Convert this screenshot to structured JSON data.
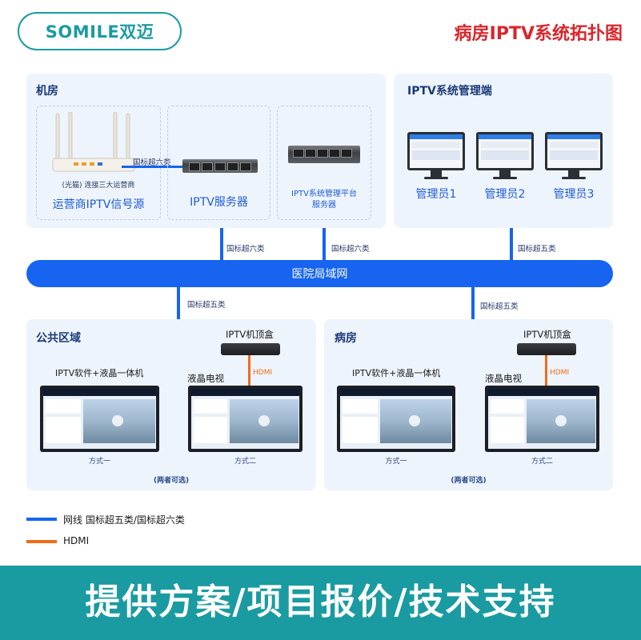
{
  "header": {
    "logo": "SOMILE双迈",
    "title": "病房IPTV系统拓扑图"
  },
  "machine_room": {
    "title": "机房",
    "router_note": "(光猫) 连接三大运营商",
    "signal_source": "运营商IPTV信号源",
    "router_link": "国标超六类",
    "iptv_server": "IPTV服务器",
    "mgmt_server_line1": "IPTV系统管理平台",
    "mgmt_server_line2": "服务器"
  },
  "management": {
    "title": "IPTV系统管理端",
    "admins": [
      "管理员1",
      "管理员2",
      "管理员3"
    ]
  },
  "links": {
    "top_left": "国标超六类",
    "top_mid": "国标超六类",
    "top_right": "国标超五类",
    "bottom_left": "国标超五类",
    "bottom_right": "国标超五类"
  },
  "lan": "医院局域网",
  "public_area": {
    "title": "公共区域",
    "stb": "IPTV机顶盒",
    "hdmi": "HDMI",
    "tv": "液晶电视",
    "all_in_one": "IPTV软件+液晶一体机",
    "mode1": "方式一",
    "mode2": "方式二",
    "either": "(两者可选)"
  },
  "ward": {
    "title": "病房",
    "stb": "IPTV机顶盒",
    "hdmi": "HDMI",
    "tv": "液晶电视",
    "all_in_one": "IPTV软件+液晶一体机",
    "mode1": "方式一",
    "mode2": "方式二",
    "either": "(两者可选)"
  },
  "legend": {
    "network": "网线 国标超五类/国标超六类",
    "hdmi": "HDMI",
    "network_color": "#1664f0",
    "hdmi_color": "#f26a1b"
  },
  "footer": "提供方案/项目报价/技术支持"
}
